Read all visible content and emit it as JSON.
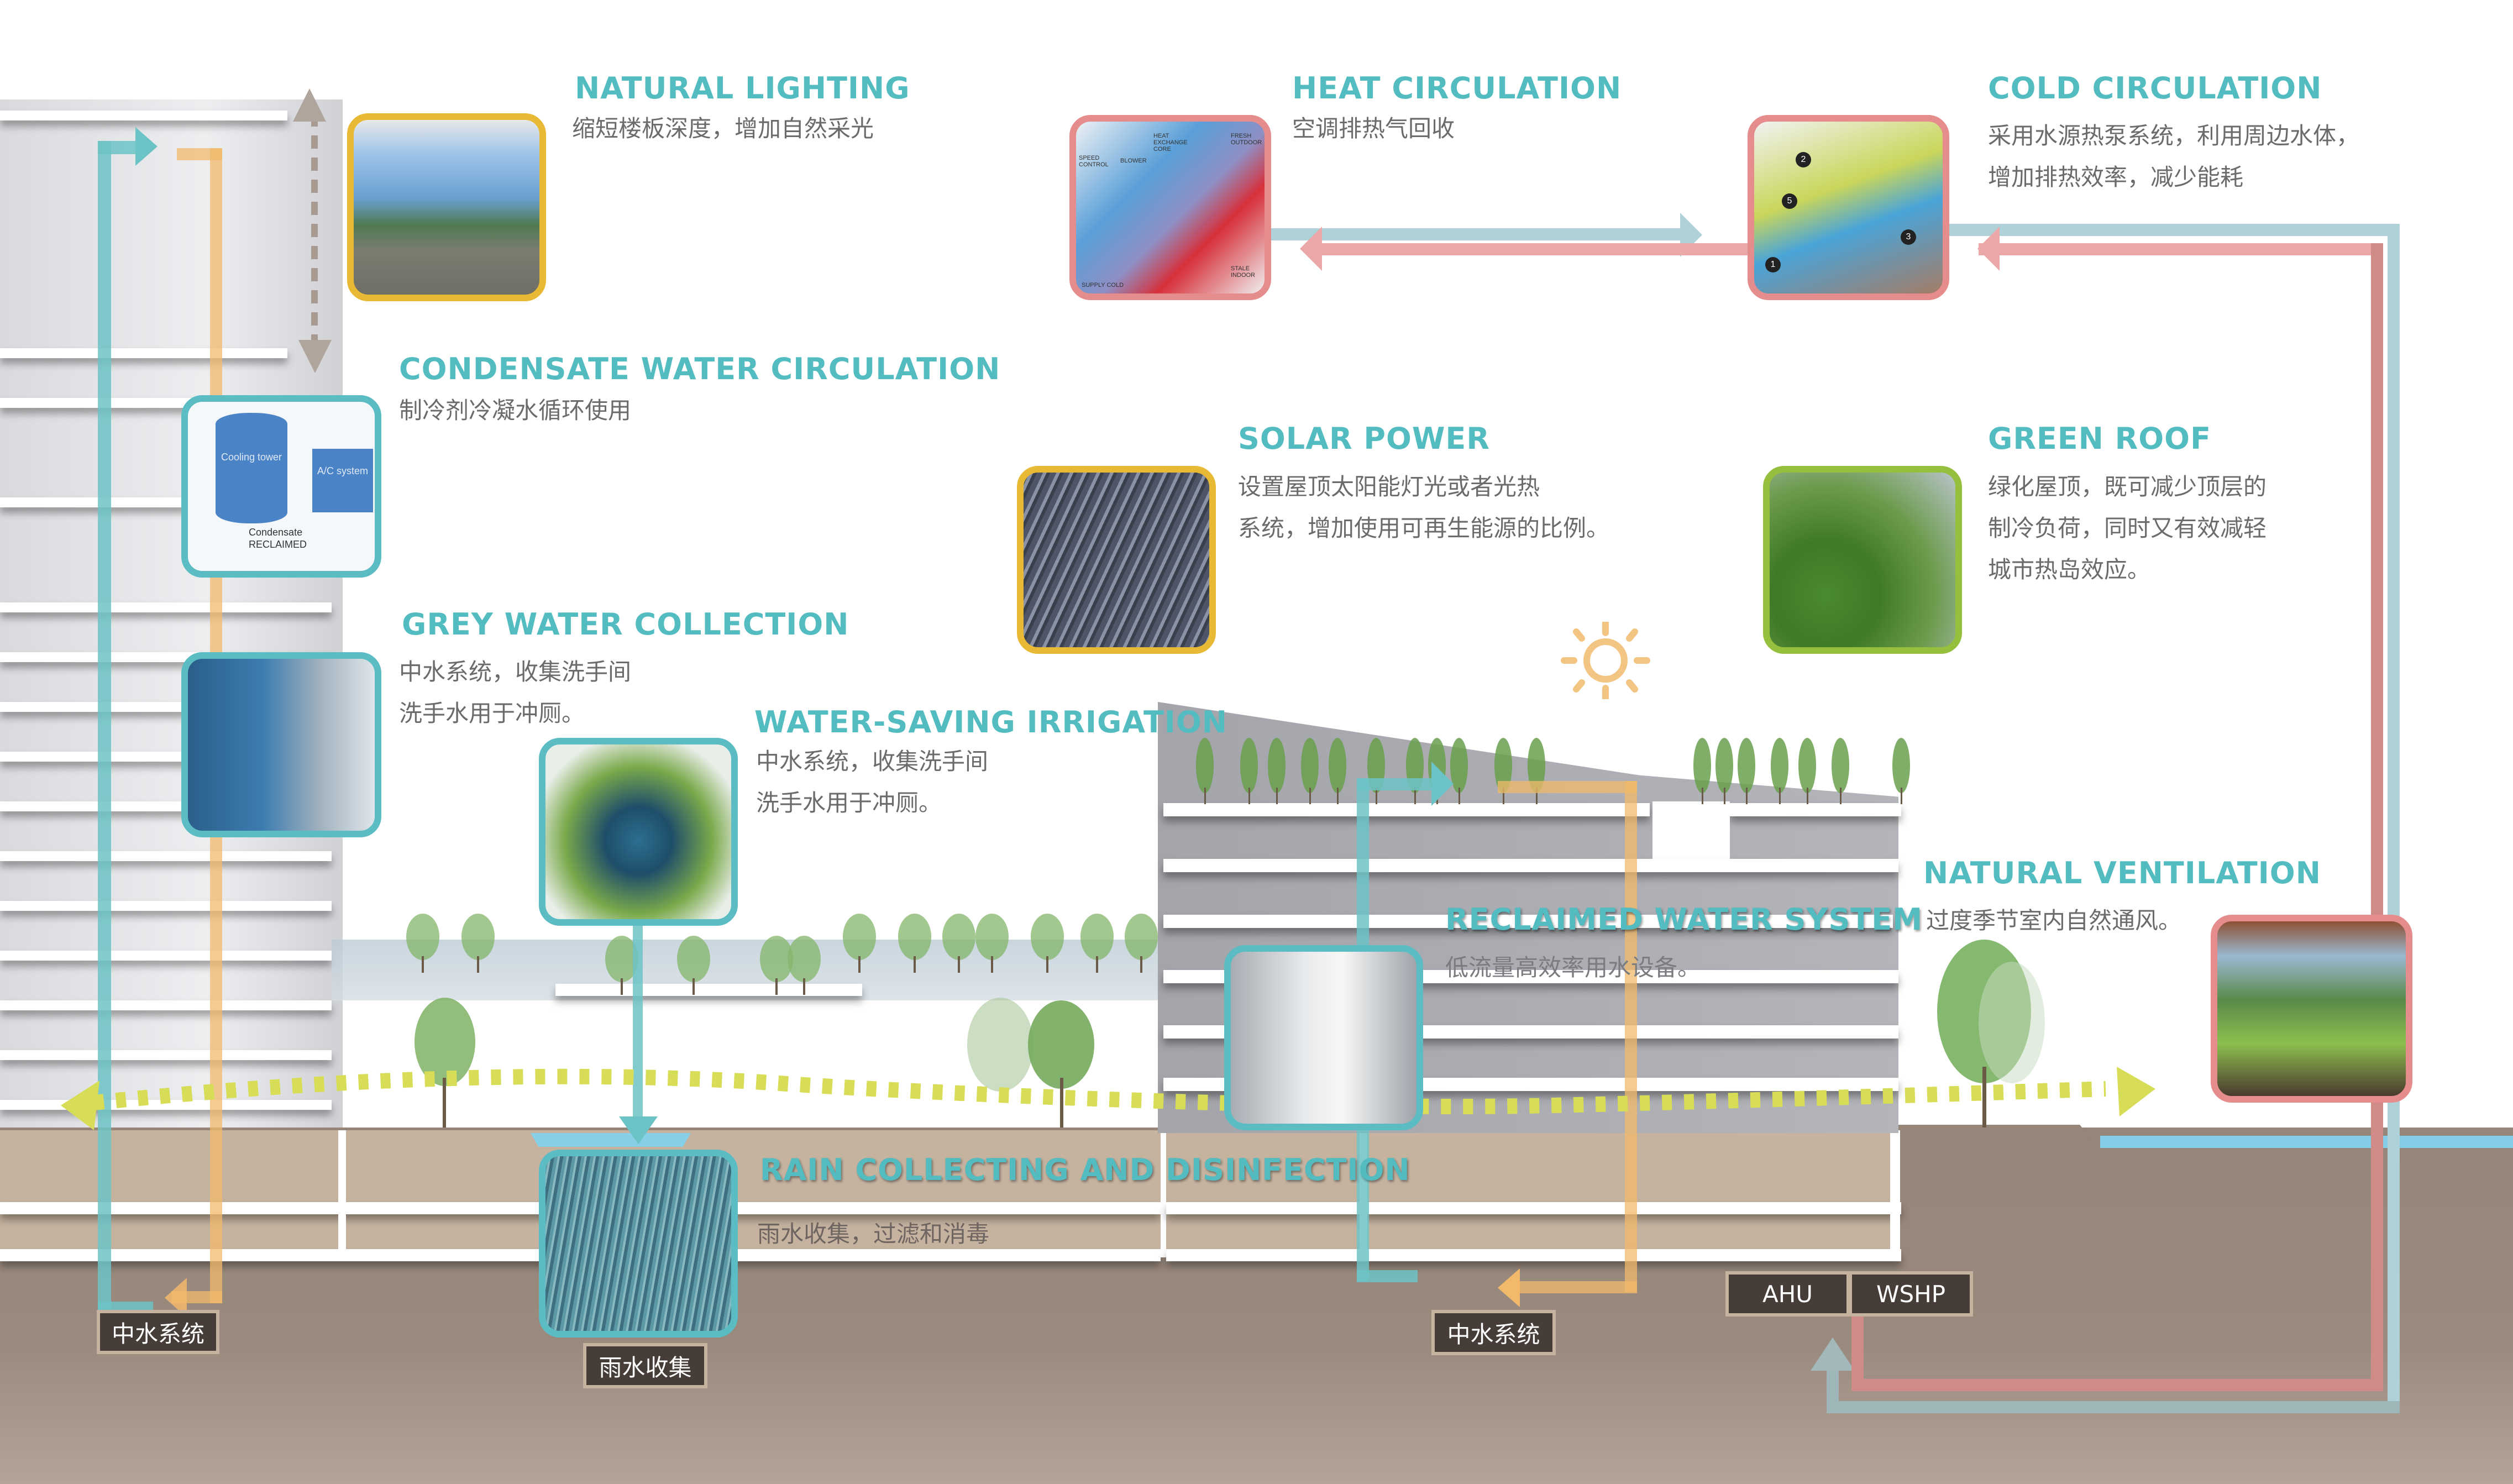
{
  "sections": {
    "natural_lighting": {
      "title": "NATURAL LIGHTING",
      "desc": [
        "缩短楼板深度，增加自然采光"
      ]
    },
    "condensate": {
      "title": "CONDENSATE WATER CIRCULATION",
      "desc": [
        "制冷剂冷凝水循环使用"
      ],
      "image_labels": [
        "Cooling tower",
        "A/C system",
        "Condensate",
        "RECLAIMED"
      ]
    },
    "grey_water": {
      "title": "GREY WATER COLLECTION",
      "desc": [
        "中水系统，收集洗手间",
        "洗手水用于冲厕。"
      ]
    },
    "irrigation": {
      "title": "WATER-SAVING IRRIGATION",
      "desc": [
        "中水系统，收集洗手间",
        "洗手水用于冲厕。"
      ]
    },
    "heat": {
      "title": "HEAT CIRCULATION",
      "desc": [
        "空调排热气回收"
      ],
      "image_labels": [
        "HEAT EXCHANGE CORE",
        "SPEED CONTROL",
        "BLOWER",
        "FRESH OUTDOOR",
        "STALE INDOOR",
        "SUPPLY COLD"
      ]
    },
    "cold": {
      "title": "COLD CIRCULATION",
      "desc": [
        "采用水源热泵系统，利用周边水体，",
        "增加排热效率，减少能耗"
      ],
      "image_labels": [
        "1",
        "2",
        "3",
        "5"
      ]
    },
    "solar": {
      "title": "SOLAR POWER",
      "desc": [
        "设置屋顶太阳能灯光或者光热",
        "系统，增加使用可再生能源的比例。"
      ]
    },
    "green_roof": {
      "title": "GREEN ROOF",
      "desc": [
        "绿化屋顶，既可减少顶层的",
        "制冷负荷，同时又有效减轻",
        "城市热岛效应。"
      ]
    },
    "ventilation": {
      "title": "NATURAL VENTILATION",
      "desc": [
        "过度季节室内自然通风。"
      ]
    },
    "reclaimed": {
      "title": "RECLAIMED WATER SYSTEM",
      "desc": [
        "低流量高效率用水设备。"
      ]
    },
    "rain": {
      "title": "RAIN COLLECTING AND DISINFECTION",
      "desc": [
        "雨水收集，过滤和消毒"
      ]
    }
  },
  "labels": {
    "grey_left": "中水系统",
    "rain_tank": "雨水收集",
    "grey_right": "中水系统",
    "ahu": "AHU",
    "wshp": "WSHP"
  },
  "colors": {
    "accent_teal": "#52bcc1",
    "water_pipe": "#6cc3c6",
    "warm_pipe": "#f2b96b",
    "heat_pink": "#e58c8c",
    "cold_blue": "#a9cfd6",
    "wind_yellow": "#d7dd56",
    "ground": "#96857a",
    "parking": "#c5b3a0",
    "label_bg": "#463d38",
    "solar_border": "#e8b935",
    "green_border": "#96bf3d"
  }
}
